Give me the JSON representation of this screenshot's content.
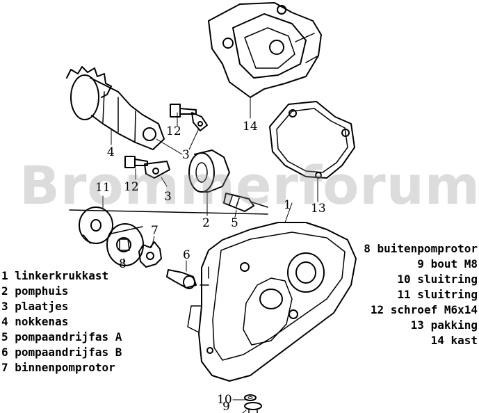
{
  "watermark": "Brommerforum.nl",
  "callouts": [
    {
      "id": "c14",
      "text": "14"
    },
    {
      "id": "c4",
      "text": "4"
    },
    {
      "id": "c12a",
      "text": "12"
    },
    {
      "id": "c3a",
      "text": "3"
    },
    {
      "id": "c12b",
      "text": "12"
    },
    {
      "id": "c3b",
      "text": "3"
    },
    {
      "id": "c13",
      "text": "13"
    },
    {
      "id": "c11",
      "text": "11"
    },
    {
      "id": "c1",
      "text": "1"
    },
    {
      "id": "c2",
      "text": "2"
    },
    {
      "id": "c5",
      "text": "5"
    },
    {
      "id": "c7",
      "text": "7"
    },
    {
      "id": "c6",
      "text": "6"
    },
    {
      "id": "c8",
      "text": "8"
    },
    {
      "id": "c10",
      "text": "10"
    },
    {
      "id": "c9",
      "text": "9"
    }
  ],
  "legend_left": [
    "1 linkerkrukkast",
    "2 pomphuis",
    "3 plaatjes",
    "4 nokkenas",
    "5 pompaandrijfas A",
    "6 pompaandrijfas B",
    "7 binnenpomprotor"
  ],
  "legend_right": [
    "8 buitenpomprotor",
    "9 bout M8",
    "10 sluitring",
    "11 sluitring",
    "12 schroef M6x14",
    "13 pakking",
    "14 kast"
  ]
}
